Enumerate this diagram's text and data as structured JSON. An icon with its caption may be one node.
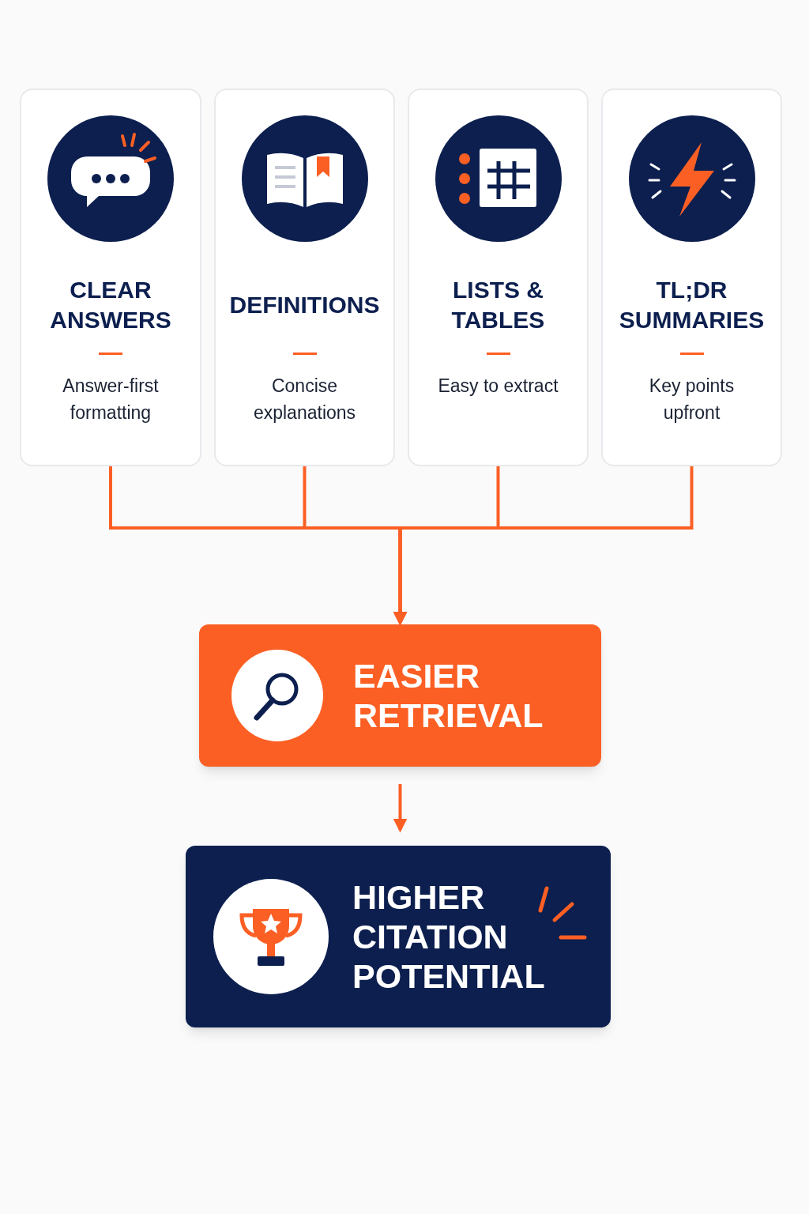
{
  "diagram": {
    "nodes": [
      {
        "text": [
          "CLEAR ANSWERS",
          "Answer-first formatting"
        ]
      },
      {
        "text": [
          "DEFINITIONS",
          "Concise explanations"
        ]
      },
      {
        "text": [
          "LISTS & TABLES",
          "Easy to extract"
        ]
      },
      {
        "text": [
          "TL;DR SUMMARIES",
          "Key points upfront"
        ]
      },
      {
        "text": [
          "EASIER RETRIEVAL"
        ]
      },
      {
        "text": [
          "HIGHER CITATION POTENTIAL"
        ]
      }
    ],
    "edges": [
      {
        "from": 0,
        "to": 4,
        "arrow": "to"
      },
      {
        "from": 1,
        "to": 4,
        "arrow": "to"
      },
      {
        "from": 2,
        "to": 4,
        "arrow": "to"
      },
      {
        "from": 3,
        "to": 4,
        "arrow": "to"
      },
      {
        "from": 4,
        "to": 5,
        "arrow": "to"
      }
    ]
  }
}
